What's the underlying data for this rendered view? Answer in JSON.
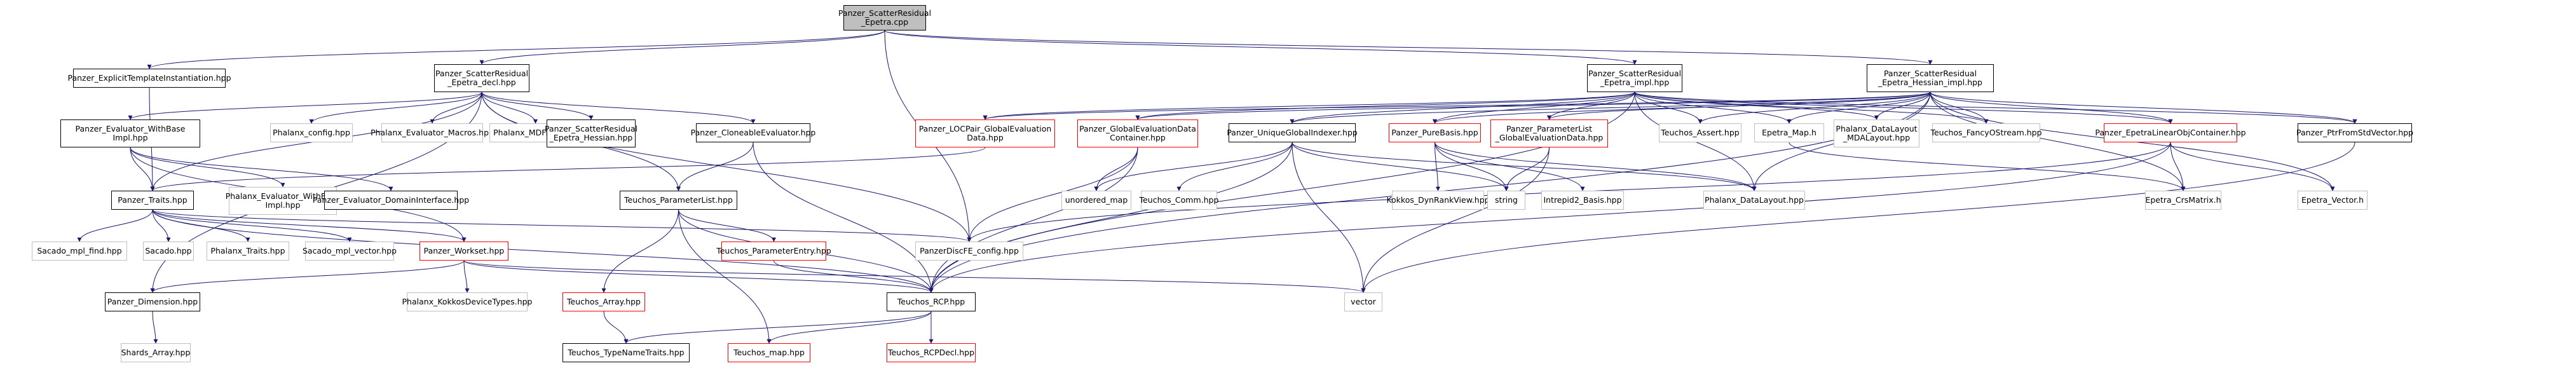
{
  "diagram": {
    "kind": "include dependency graph",
    "colors": {
      "edge": "#191970",
      "edge_light": "#bfbfbf",
      "root_fill": "#bfbfbf",
      "border": "#000000",
      "missing_border": "#ff0000",
      "leaf_border": "#bfbfbf"
    },
    "nodes": {
      "root": {
        "lines": [
          "Panzer_ScatterResidual",
          "_Epetra.cpp"
        ],
        "style": "root"
      },
      "explicit": {
        "lines": [
          "Panzer_ExplicitTemplateInstantiation.hpp"
        ],
        "style": "normal"
      },
      "decl": {
        "lines": [
          "Panzer_ScatterResidual",
          "_Epetra_decl.hpp"
        ],
        "style": "normal"
      },
      "impl": {
        "lines": [
          "Panzer_ScatterResidual",
          "_Epetra_impl.hpp"
        ],
        "style": "normal"
      },
      "hessimpl": {
        "lines": [
          "Panzer_ScatterResidual",
          "_Epetra_Hessian_impl.hpp"
        ],
        "style": "normal"
      },
      "evalwithbase": {
        "lines": [
          "Panzer_Evaluator_WithBase",
          "Impl.hpp"
        ],
        "style": "normal"
      },
      "phxconfig": {
        "lines": [
          "Phalanx_config.hpp"
        ],
        "style": "plain"
      },
      "phxmacros": {
        "lines": [
          "Phalanx_Evaluator_Macros.hpp"
        ],
        "style": "plain"
      },
      "mdfield": {
        "lines": [
          "Phalanx_MDField.hpp"
        ],
        "style": "plain"
      },
      "hessian": {
        "lines": [
          "Panzer_ScatterResidual",
          "_Epetra_Hessian.hpp"
        ],
        "style": "normal"
      },
      "cloneable": {
        "lines": [
          "Panzer_CloneableEvaluator.hpp"
        ],
        "style": "normal"
      },
      "locpair": {
        "lines": [
          "Panzer_LOCPair_GlobalEvaluation",
          "Data.hpp"
        ],
        "style": "red"
      },
      "gedc": {
        "lines": [
          "Panzer_GlobalEvaluationData",
          "Container.hpp"
        ],
        "style": "red"
      },
      "ugi": {
        "lines": [
          "Panzer_UniqueGlobalIndexer.hpp"
        ],
        "style": "normal"
      },
      "purebasis": {
        "lines": [
          "Panzer_PureBasis.hpp"
        ],
        "style": "red"
      },
      "paramlist": {
        "lines": [
          "Panzer_ParameterList",
          "_GlobalEvaluationData.hpp"
        ],
        "style": "red"
      },
      "tassert": {
        "lines": [
          "Teuchos_Assert.hpp"
        ],
        "style": "plain"
      },
      "emap": {
        "lines": [
          "Epetra_Map.h"
        ],
        "style": "plain"
      },
      "mdalayout": {
        "lines": [
          "Phalanx_DataLayout",
          "_MDALayout.hpp"
        ],
        "style": "plain"
      },
      "fancyostream": {
        "lines": [
          "Teuchos_FancyOStream.hpp"
        ],
        "style": "plain"
      },
      "elocontainer": {
        "lines": [
          "Panzer_EpetraLinearObjContainer.hpp"
        ],
        "style": "red"
      },
      "ptrfromstd": {
        "lines": [
          "Panzer_PtrFromStdVector.hpp"
        ],
        "style": "normal"
      },
      "traits": {
        "lines": [
          "Panzer_Traits.hpp"
        ],
        "style": "normal"
      },
      "phxevalwb": {
        "lines": [
          "Phalanx_Evaluator_WithBase",
          "Impl.hpp"
        ],
        "style": "plain"
      },
      "evaldomain": {
        "lines": [
          "Panzer_Evaluator_DomainInterface.hpp"
        ],
        "style": "normal"
      },
      "plist": {
        "lines": [
          "Teuchos_ParameterList.hpp"
        ],
        "style": "normal"
      },
      "umap": {
        "lines": [
          "unordered_map"
        ],
        "style": "plain"
      },
      "tcomm": {
        "lines": [
          "Teuchos_Comm.hpp"
        ],
        "style": "plain"
      },
      "kokkosdrv": {
        "lines": [
          "Kokkos_DynRankView.hpp"
        ],
        "style": "plain"
      },
      "string": {
        "lines": [
          "string"
        ],
        "style": "plain"
      },
      "intrepid": {
        "lines": [
          "Intrepid2_Basis.hpp"
        ],
        "style": "plain"
      },
      "phxdatalayout": {
        "lines": [
          "Phalanx_DataLayout.hpp"
        ],
        "style": "plain"
      },
      "crsmatrix": {
        "lines": [
          "Epetra_CrsMatrix.h"
        ],
        "style": "plain"
      },
      "evector": {
        "lines": [
          "Epetra_Vector.h"
        ],
        "style": "plain"
      },
      "sacadomplfind": {
        "lines": [
          "Sacado_mpl_find.hpp"
        ],
        "style": "plain"
      },
      "sacado": {
        "lines": [
          "Sacado.hpp"
        ],
        "style": "plain"
      },
      "phxtraits": {
        "lines": [
          "Phalanx_Traits.hpp"
        ],
        "style": "plain"
      },
      "sacadomplvec": {
        "lines": [
          "Sacado_mpl_vector.hpp"
        ],
        "style": "plain"
      },
      "workset": {
        "lines": [
          "Panzer_Workset.hpp"
        ],
        "style": "red"
      },
      "discfe": {
        "lines": [
          "PanzerDiscFE_config.hpp"
        ],
        "style": "plain"
      },
      "pentry": {
        "lines": [
          "Teuchos_ParameterEntry.hpp"
        ],
        "style": "red"
      },
      "dimension": {
        "lines": [
          "Panzer_Dimension.hpp"
        ],
        "style": "normal"
      },
      "kokkosdev": {
        "lines": [
          "Phalanx_KokkosDeviceTypes.hpp"
        ],
        "style": "plain"
      },
      "tarray": {
        "lines": [
          "Teuchos_Array.hpp"
        ],
        "style": "red"
      },
      "rcp": {
        "lines": [
          "Teuchos_RCP.hpp"
        ],
        "style": "normal"
      },
      "vector": {
        "lines": [
          "vector"
        ],
        "style": "plain"
      },
      "shards": {
        "lines": [
          "Shards_Array.hpp"
        ],
        "style": "plain"
      },
      "typenametraits": {
        "lines": [
          "Teuchos_TypeNameTraits.hpp"
        ],
        "style": "normal"
      },
      "tmap": {
        "lines": [
          "Teuchos_map.hpp"
        ],
        "style": "red"
      },
      "rcpdecl": {
        "lines": [
          "Teuchos_RCPDecl.hpp"
        ],
        "style": "red"
      }
    },
    "edges": [
      [
        "root",
        "explicit"
      ],
      [
        "root",
        "decl"
      ],
      [
        "root",
        "impl"
      ],
      [
        "root",
        "hessimpl"
      ],
      [
        "root",
        "discfe"
      ],
      [
        "explicit",
        "traits"
      ],
      [
        "decl",
        "evalwithbase"
      ],
      [
        "decl",
        "phxconfig"
      ],
      [
        "decl",
        "phxmacros"
      ],
      [
        "decl",
        "mdfield"
      ],
      [
        "decl",
        "hessian"
      ],
      [
        "decl",
        "cloneable"
      ],
      [
        "decl",
        "traits"
      ],
      [
        "decl",
        "dimension"
      ],
      [
        "decl",
        "discfe"
      ],
      [
        "decl",
        "plist"
      ],
      [
        "impl",
        "locpair"
      ],
      [
        "impl",
        "gedc"
      ],
      [
        "impl",
        "ugi"
      ],
      [
        "impl",
        "purebasis"
      ],
      [
        "impl",
        "paramlist"
      ],
      [
        "impl",
        "tassert"
      ],
      [
        "impl",
        "emap"
      ],
      [
        "impl",
        "mdalayout"
      ],
      [
        "impl",
        "fancyostream"
      ],
      [
        "impl",
        "elocontainer"
      ],
      [
        "impl",
        "ptrfromstd"
      ],
      [
        "impl",
        "rcp"
      ],
      [
        "impl",
        "phxdatalayout"
      ],
      [
        "hessimpl",
        "locpair"
      ],
      [
        "hessimpl",
        "gedc"
      ],
      [
        "hessimpl",
        "ugi"
      ],
      [
        "hessimpl",
        "purebasis"
      ],
      [
        "hessimpl",
        "paramlist"
      ],
      [
        "hessimpl",
        "tassert"
      ],
      [
        "hessimpl",
        "emap"
      ],
      [
        "hessimpl",
        "mdalayout"
      ],
      [
        "hessimpl",
        "fancyostream"
      ],
      [
        "hessimpl",
        "elocontainer"
      ],
      [
        "hessimpl",
        "ptrfromstd"
      ],
      [
        "hessimpl",
        "rcp"
      ],
      [
        "hessimpl",
        "crsmatrix"
      ],
      [
        "hessimpl",
        "evector"
      ],
      [
        "hessimpl",
        "phxdatalayout"
      ],
      [
        "evalwithbase",
        "traits"
      ],
      [
        "evalwithbase",
        "phxevalwb"
      ],
      [
        "evalwithbase",
        "evaldomain"
      ],
      [
        "evalwithbase",
        "workset"
      ],
      [
        "cloneable",
        "plist"
      ],
      [
        "cloneable",
        "rcp"
      ],
      [
        "locpair",
        "traits"
      ],
      [
        "gedc",
        "umap"
      ],
      [
        "gedc",
        "rcp"
      ],
      [
        "gedc",
        "discfe"
      ],
      [
        "ugi",
        "umap"
      ],
      [
        "ugi",
        "tcomm"
      ],
      [
        "ugi",
        "rcp"
      ],
      [
        "ugi",
        "vector"
      ],
      [
        "ugi",
        "phxdatalayout"
      ],
      [
        "ugi",
        "string"
      ],
      [
        "purebasis",
        "kokkosdrv"
      ],
      [
        "purebasis",
        "string"
      ],
      [
        "purebasis",
        "intrepid"
      ],
      [
        "purebasis",
        "phxdatalayout"
      ],
      [
        "paramlist",
        "string"
      ],
      [
        "paramlist",
        "vector"
      ],
      [
        "elocontainer",
        "crsmatrix"
      ],
      [
        "elocontainer",
        "evector"
      ],
      [
        "elocontainer",
        "discfe"
      ],
      [
        "elocontainer",
        "rcp"
      ],
      [
        "ptrfromstd",
        "vector"
      ],
      [
        "traits",
        "sacadomplfind"
      ],
      [
        "traits",
        "sacado"
      ],
      [
        "traits",
        "phxtraits"
      ],
      [
        "traits",
        "sacadomplvec"
      ],
      [
        "traits",
        "workset"
      ],
      [
        "traits",
        "discfe"
      ],
      [
        "traits",
        "rcp"
      ],
      [
        "workset",
        "dimension"
      ],
      [
        "workset",
        "kokkosdev"
      ],
      [
        "workset",
        "rcp"
      ],
      [
        "workset",
        "vector"
      ],
      [
        "plist",
        "pentry"
      ],
      [
        "plist",
        "tarray"
      ],
      [
        "plist",
        "rcp"
      ],
      [
        "plist",
        "tmap"
      ],
      [
        "pentry",
        "rcp"
      ],
      [
        "tarray",
        "typenametraits"
      ],
      [
        "rcp",
        "typenametraits"
      ],
      [
        "rcp",
        "tmap"
      ],
      [
        "rcp",
        "rcpdecl"
      ],
      [
        "dimension",
        "shards"
      ],
      [
        "emap",
        "crsmatrix"
      ]
    ]
  }
}
